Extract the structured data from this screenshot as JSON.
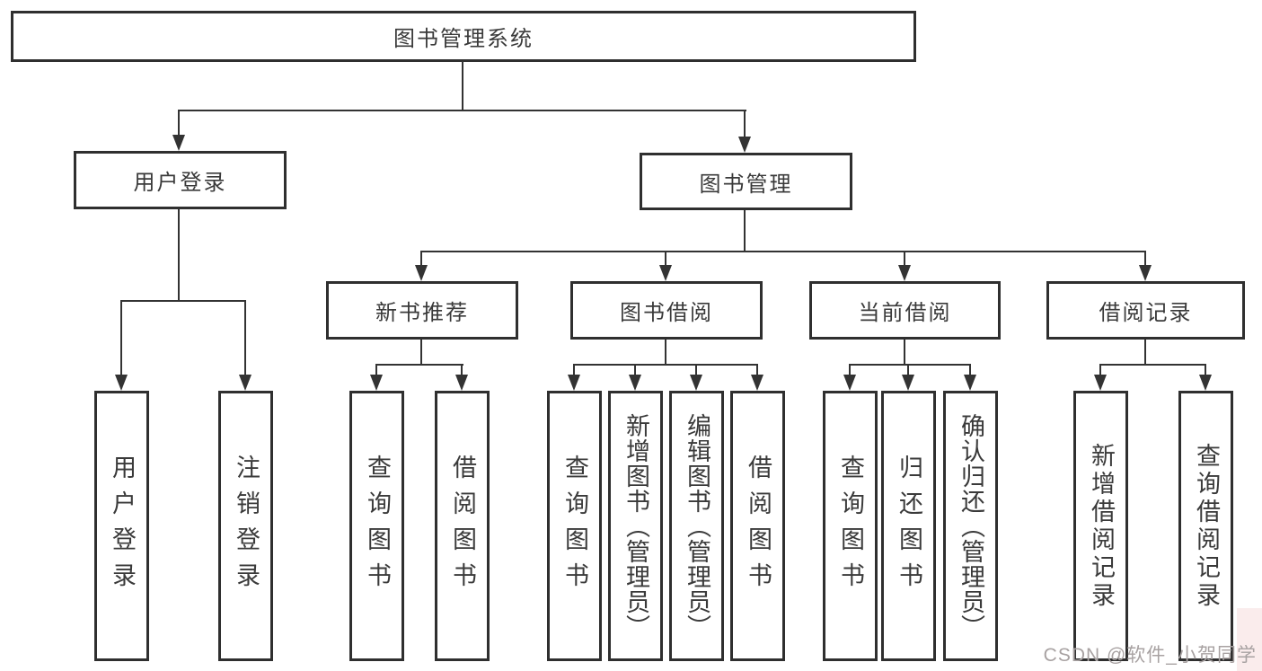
{
  "tree": {
    "root": "图书管理系统",
    "children": [
      {
        "label": "用户登录",
        "children": [
          {
            "label": "用户登录"
          },
          {
            "label": "注销登录"
          }
        ]
      },
      {
        "label": "图书管理",
        "children": [
          {
            "label": "新书推荐",
            "children": [
              {
                "label": "查询图书"
              },
              {
                "label": "借阅图书"
              }
            ]
          },
          {
            "label": "图书借阅",
            "children": [
              {
                "label": "查询图书"
              },
              {
                "label": "新增图书（管理员）"
              },
              {
                "label": "编辑图书（管理员）"
              },
              {
                "label": "借阅图书"
              }
            ]
          },
          {
            "label": "当前借阅",
            "children": [
              {
                "label": "查询图书"
              },
              {
                "label": "归还图书"
              },
              {
                "label": "确认归还（管理员）"
              }
            ]
          },
          {
            "label": "借阅记录",
            "children": [
              {
                "label": "新增借阅记录"
              },
              {
                "label": "查询借阅记录"
              }
            ]
          }
        ]
      }
    ]
  },
  "watermark": {
    "text": "CSDN @软件_小贺同学"
  },
  "colors": {
    "line": "#333333",
    "box_border": "#2f2f2f",
    "text": "#3a3a3a",
    "watermark": "#a8a2a2",
    "corner_tint": "#f8e6e6",
    "background": "#ffffff"
  }
}
